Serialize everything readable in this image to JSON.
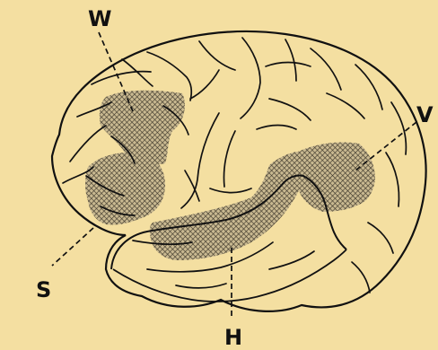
{
  "labels": {
    "w": "W",
    "v": "V",
    "s": "S",
    "h": "H"
  },
  "colors": {
    "background": "#f4dfa1",
    "ink": "#111111",
    "region_fill": "#b8a98a"
  }
}
